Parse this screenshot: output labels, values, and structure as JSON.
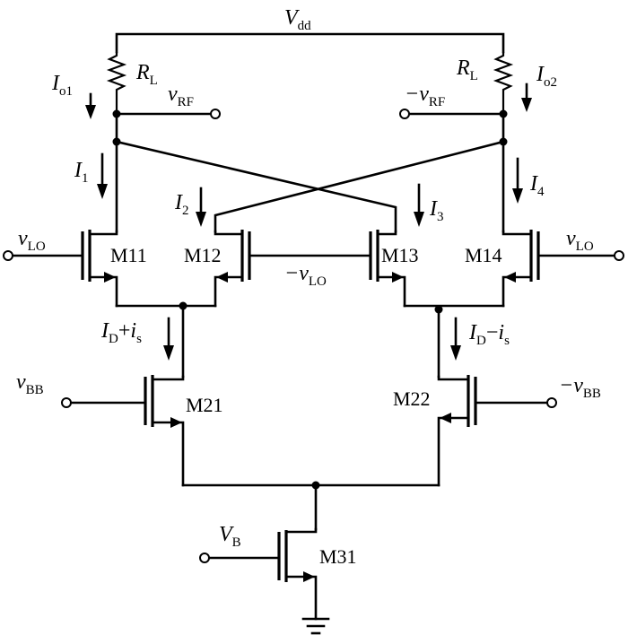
{
  "supply": {
    "main": "V",
    "sub": "dd"
  },
  "resistors": [
    {
      "main": "R",
      "sub": "L"
    },
    {
      "main": "R",
      "sub": "L"
    }
  ],
  "currents": {
    "io1": {
      "main": "I",
      "sub": "o1"
    },
    "io2": {
      "main": "I",
      "sub": "o2"
    },
    "i1": {
      "main": "I",
      "sub": "1"
    },
    "i2": {
      "main": "I",
      "sub": "2"
    },
    "i3": {
      "main": "I",
      "sub": "3"
    },
    "i4": {
      "main": "I",
      "sub": "4"
    },
    "left_tail": {
      "main": "I",
      "sub": "D",
      "op": "+",
      "small": "i",
      "small_sub": "s"
    },
    "right_tail": {
      "main": "I",
      "sub": "D",
      "op": "−",
      "small": "i",
      "small_sub": "s"
    }
  },
  "signals": {
    "vrf_pos": {
      "prefix": "",
      "main": "v",
      "sub": "RF"
    },
    "vrf_neg": {
      "prefix": "−",
      "main": "v",
      "sub": "RF"
    },
    "vlo_left": {
      "prefix": "",
      "main": "v",
      "sub": "LO"
    },
    "vlo_right": {
      "prefix": "",
      "main": "v",
      "sub": "LO"
    },
    "vlo_neg": {
      "prefix": "−",
      "main": "v",
      "sub": "LO"
    },
    "vbb_pos": {
      "prefix": "",
      "main": "v",
      "sub": "BB"
    },
    "vbb_neg": {
      "prefix": "−",
      "main": "v",
      "sub": "BB"
    },
    "vb": {
      "prefix": "",
      "main": "V",
      "sub": "B"
    }
  },
  "transistors": {
    "m11": "M11",
    "m12": "M12",
    "m13": "M13",
    "m14": "M14",
    "m21": "M21",
    "m22": "M22",
    "m31": "M31"
  }
}
